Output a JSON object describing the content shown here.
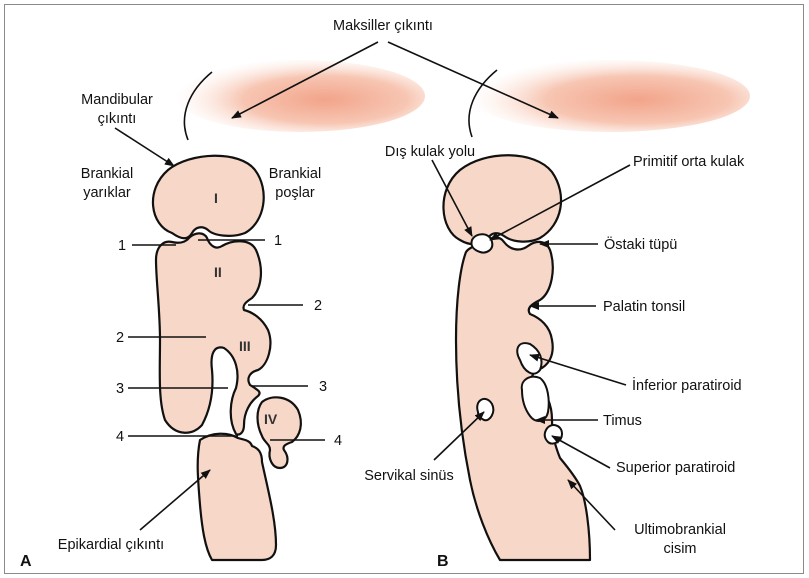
{
  "labels": {
    "maxillary": "Maksiller çıkıntı",
    "mandibular_line1": "Mandibular",
    "mandibular_line2": "çıkıntı",
    "clefts_line1": "Brankial",
    "clefts_line2": "yarıklar",
    "pouches_line1": "Brankial",
    "pouches_line2": "poşlar",
    "epicardial": "Epikardial çıkıntı",
    "ear_canal": "Dış kulak yolu",
    "middle_ear": "Primitif orta kulak",
    "eustachian": "Östaki tüpü",
    "palatine_tonsil": "Palatin tonsil",
    "inferior_parathyroid": "İnferior paratiroid",
    "thymus": "Timus",
    "superior_parathyroid": "Superior paratiroid",
    "ultimobranchial_line1": "Ultimobrankial",
    "ultimobranchial_line2": "cisim",
    "cervical_sinus": "Servikal sinüs"
  },
  "arch_numerals": [
    "I",
    "II",
    "III",
    "IV"
  ],
  "cleft_numbers": [
    "1",
    "2",
    "3",
    "4"
  ],
  "pouch_numbers": [
    "1",
    "2",
    "3",
    "4"
  ],
  "panels": [
    "A",
    "B"
  ],
  "colors": {
    "tissue": "#f7d7c7",
    "maxillary_glow": "#f2a48a",
    "outline": "#111111"
  }
}
